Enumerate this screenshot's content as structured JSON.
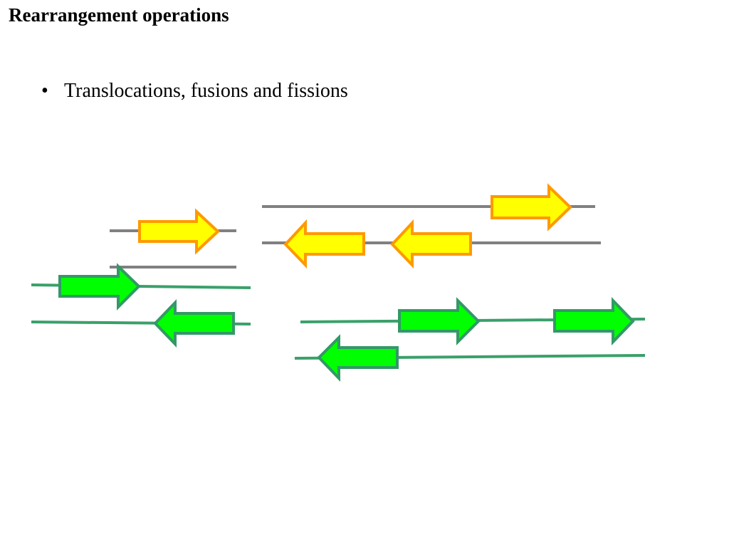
{
  "slide": {
    "title": "Rearrangement operations",
    "bullets": [
      {
        "marker": "•",
        "text": "Translocations, fusions and fissions"
      }
    ]
  },
  "colors": {
    "chromosome_gray": "#808080",
    "chromosome_green": "#3aa06a",
    "yellow_fill": "#ffff00",
    "yellow_stroke": "#ff9900",
    "green_fill": "#00ff00",
    "green_stroke": "#339966"
  },
  "diagram": {
    "description_groups": [
      "yellow-genes-on-gray-chromosomes",
      "green-genes-on-green-chromosomes"
    ],
    "yellow_gene_orientations": [
      "forward",
      "forward",
      "reverse",
      "reverse"
    ],
    "green_gene_orientations": [
      "forward",
      "reverse",
      "forward",
      "forward",
      "reverse"
    ]
  }
}
